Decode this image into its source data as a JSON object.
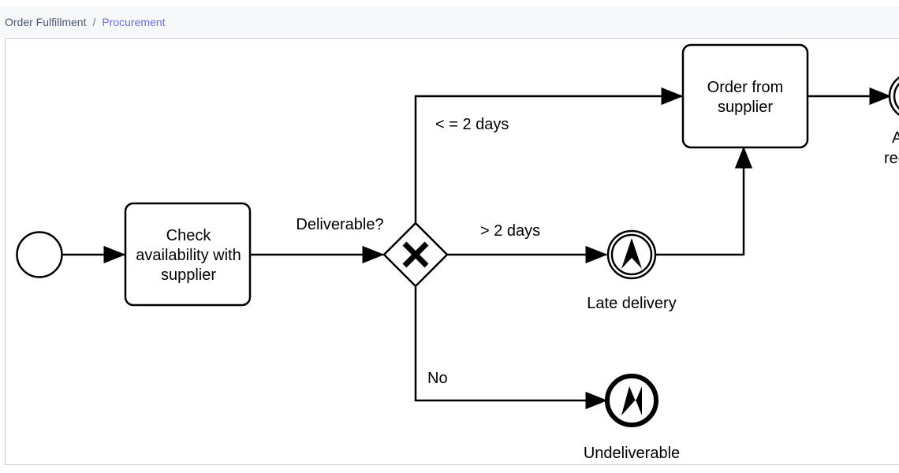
{
  "breadcrumb": {
    "parent": "Order Fulfillment",
    "separator": "/",
    "current": "Procurement"
  },
  "diagram": {
    "tasks": {
      "check_line1": "Check",
      "check_line2": "availability with",
      "check_line3": "supplier",
      "order_line1": "Order from",
      "order_line2": "supplier"
    },
    "gateway_label": "Deliverable?",
    "flows": {
      "le2": "< = 2 days",
      "gt2": "> 2 days",
      "no": "No"
    },
    "events": {
      "late_delivery": "Late delivery",
      "undeliverable": "Undeliverable",
      "right_partial_1": "A",
      "right_partial_2": "rec"
    }
  }
}
